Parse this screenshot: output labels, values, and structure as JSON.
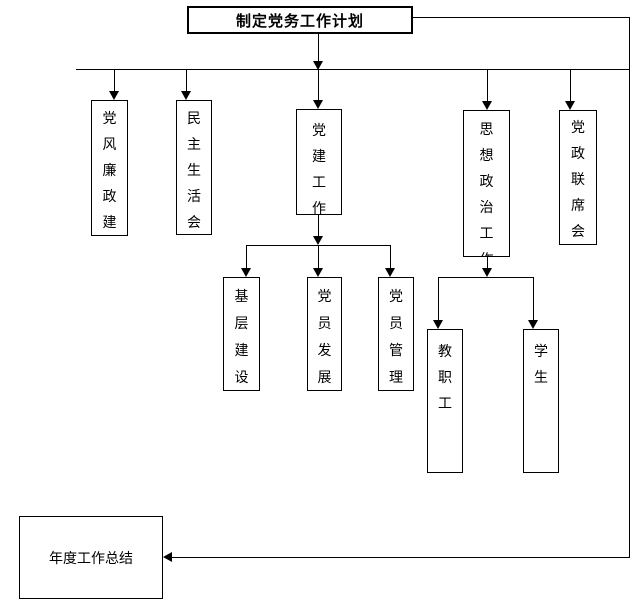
{
  "diagram": {
    "title": "制定党务工作计划",
    "level1": [
      {
        "label": "党风廉政建"
      },
      {
        "label": "民主生活会"
      },
      {
        "label": "党建工作"
      },
      {
        "label": "思想政治工作"
      },
      {
        "label": "党政联席会"
      }
    ],
    "party_building_children": [
      {
        "label": "基层建设"
      },
      {
        "label": "党员发展"
      },
      {
        "label": "党员管理"
      }
    ],
    "ideological_children": [
      {
        "label": "教职工"
      },
      {
        "label": "学生"
      }
    ],
    "summary": "年度工作总结",
    "colors": {
      "line": "#000000",
      "border": "#000000",
      "background": "#ffffff",
      "text": "#000000"
    }
  }
}
